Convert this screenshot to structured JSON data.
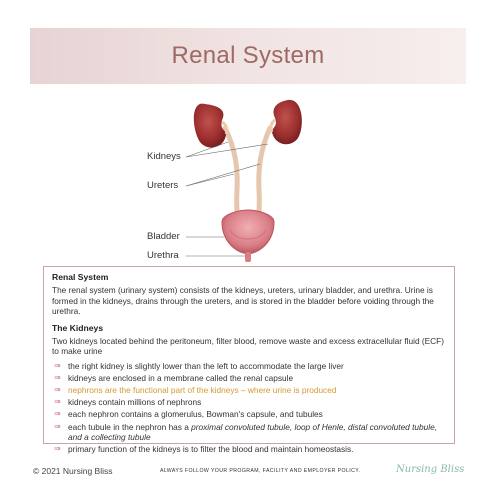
{
  "header": {
    "title": "Renal System"
  },
  "diagram": {
    "labels": {
      "kidneys": "Kidneys",
      "ureters": "Ureters",
      "bladder": "Bladder",
      "urethra": "Urethra"
    }
  },
  "content": {
    "section1": {
      "heading": "Renal System",
      "body": "The renal system (urinary system) consists of the kidneys, ureters, urinary bladder, and urethra. Urine is formed in the kidneys, drains through the ureters, and is stored in the bladder before voiding through the urethra."
    },
    "section2": {
      "heading": "The Kidneys",
      "body": "Two kidneys located behind the peritoneum, filter blood, remove waste and excess extracellular fluid (ECF) to make urine",
      "bullets": [
        {
          "text": "the right kidney is slightly lower than the left to accommodate the large liver"
        },
        {
          "text": "kidneys are enclosed in a membrane called the renal capsule"
        },
        {
          "text": "nephrons are the functional part of the kidneys – where urine is produced"
        },
        {
          "text": "kidneys contain millions of nephrons"
        },
        {
          "text": "each nephron contains a glomerulus, Bowman's capsule, and tubules"
        },
        {
          "pre": "each tubule in the nephron has a ",
          "em": "proximal convoluted tubule, loop of Henle, distal convoluted tubule, and a collecting tubule"
        },
        {
          "text": "primary function of the kidneys is to filter the blood and maintain homeostasis."
        }
      ],
      "highlight_color": "#d59a2f",
      "bullet_icon": "arrow-right-icon"
    }
  },
  "footer": {
    "copyright": "© 2021 Nursing Bliss",
    "policy": "ALWAYS FOLLOW YOUR PROGRAM, FACILITY AND EMPLOYER POLICY.",
    "brand": "Nursing Bliss"
  }
}
